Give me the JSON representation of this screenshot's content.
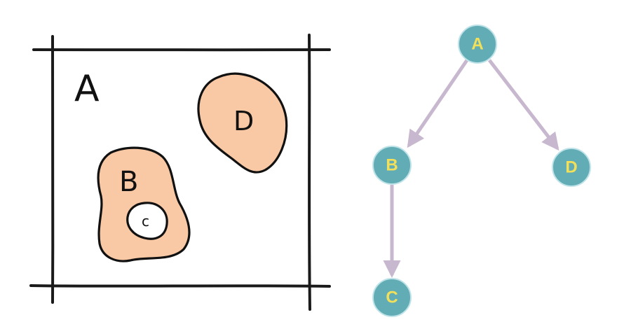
{
  "colors": {
    "ink": "#111111",
    "region_fill": "#f9c8a4",
    "inner_fill": "#ffffff",
    "node_fill": "#62acb5",
    "node_stroke": "#bfe3e8",
    "node_text": "#f3e05a",
    "edge": "#c7b7cf"
  },
  "sketch": {
    "outer_label": "A",
    "regions": [
      {
        "id": "B",
        "label": "B"
      },
      {
        "id": "C",
        "label": "c"
      },
      {
        "id": "D",
        "label": "D"
      }
    ]
  },
  "tree": {
    "nodes": [
      {
        "id": "A",
        "label": "A"
      },
      {
        "id": "B",
        "label": "B"
      },
      {
        "id": "C",
        "label": "C"
      },
      {
        "id": "D",
        "label": "D"
      }
    ],
    "edges": [
      {
        "from": "A",
        "to": "B"
      },
      {
        "from": "A",
        "to": "D"
      },
      {
        "from": "B",
        "to": "C"
      }
    ]
  }
}
